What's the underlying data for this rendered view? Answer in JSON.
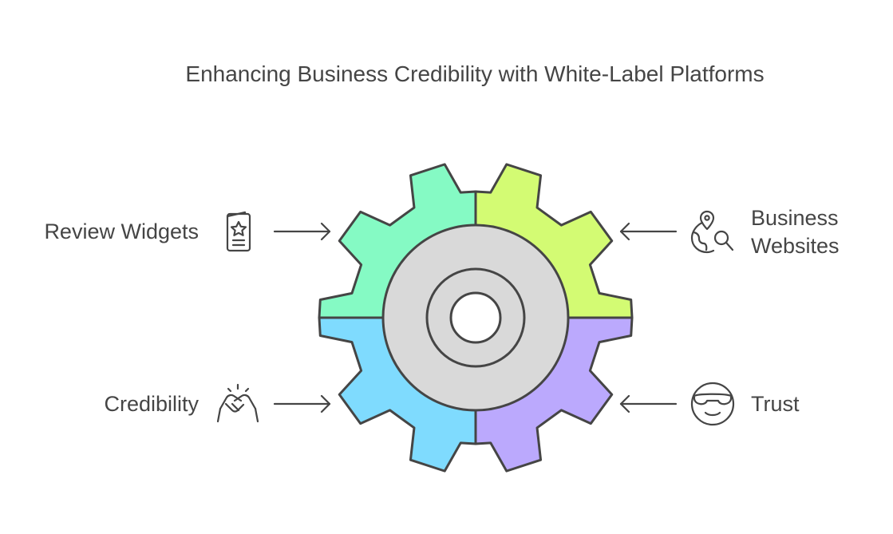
{
  "title": "Enhancing Business Credibility with White-Label Platforms",
  "colors": {
    "outline": "#454545",
    "text": "#454545",
    "hub": "#d9d9d9",
    "segment_top_left": "#85fac4",
    "segment_top_right": "#d3fb73",
    "segment_bottom_left": "#7fdbfe",
    "segment_bottom_right": "#bba9fd"
  },
  "items": [
    {
      "id": "review-widgets",
      "label_lines": [
        "Review Widgets"
      ],
      "icon": "review-card-icon",
      "position": "top-left"
    },
    {
      "id": "business-websites",
      "label_lines": [
        "Business",
        "Websites"
      ],
      "icon": "globe-search-icon",
      "position": "top-right"
    },
    {
      "id": "credibility",
      "label_lines": [
        "Credibility"
      ],
      "icon": "handshake-icon",
      "position": "bottom-left"
    },
    {
      "id": "trust",
      "label_lines": [
        "Trust"
      ],
      "icon": "face-with-glasses-icon",
      "position": "bottom-right"
    }
  ]
}
